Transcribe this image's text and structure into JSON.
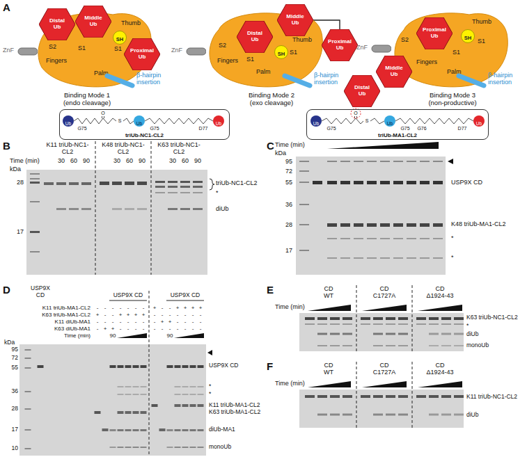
{
  "diagram": {
    "nodes": [
      {
        "text": [
          "Thumb",
          "S1",
          "Fingers",
          "S2",
          "S1",
          "Palm"
        ]
      },
      {
        "text": [
          "Distal Ub"
        ]
      },
      {
        "text": [
          "Middle Ub"
        ]
      },
      {
        "text": [
          "Proximal Ub"
        ]
      },
      {
        "text": [
          "SH"
        ],
        "in": 0
      },
      {
        "text": [
          "ZnF"
        ]
      },
      {
        "text": [
          "β-hairpin insertion"
        ]
      },
      {
        "text": [
          "Thumb",
          "S1",
          "Fingers",
          "S2",
          "S1",
          "Palm"
        ]
      },
      {
        "text": [
          "Distal Ub"
        ]
      },
      {
        "text": [
          "Middle Ub"
        ]
      },
      {
        "text": [
          "Proximal Ub"
        ]
      },
      {
        "text": [
          "SH"
        ],
        "in": 7
      },
      {
        "text": [
          "ZnF"
        ]
      },
      {
        "text": [
          "β-hairpin insertion"
        ]
      },
      {
        "text": [
          "Thumb",
          "S1",
          "Fingers",
          "S2",
          "S1",
          "Palm"
        ]
      },
      {
        "text": [
          "Distal Ub"
        ]
      },
      {
        "text": [
          "Middle Ub"
        ]
      },
      {
        "text": [
          "Proximal Ub"
        ]
      },
      {
        "text": [
          "SH"
        ],
        "in": 14
      },
      {
        "text": [
          "ZnF"
        ]
      },
      {
        "text": [
          "β-hairpin insertion"
        ]
      },
      {
        "text": [
          "triUb-NC1-CL2"
        ]
      },
      {
        "text": [
          "Ub"
        ],
        "in": 21
      },
      {
        "text": [
          "Ub"
        ],
        "in": 21
      },
      {
        "text": [
          "Ub"
        ],
        "in": 21
      },
      {
        "text": [
          "triUb-MA1-CL2"
        ]
      },
      {
        "text": [
          "Ub"
        ],
        "in": 25
      },
      {
        "text": [
          "Ub"
        ],
        "in": 25
      },
      {
        "text": [
          "Ub"
        ],
        "in": 25
      }
    ],
    "edges": [
      {
        "from": 9,
        "to": 10,
        "arrow": "none"
      }
    ],
    "labels": [
      "A",
      "Binding Mode 1 (endo cleavage)",
      "Binding Mode 2 (exo cleavage)",
      "Binding Mode 3 (non-productive)",
      "G75",
      "O",
      "S",
      "G75",
      "D77",
      "G75",
      "O",
      "S",
      "G75",
      "G76",
      "D77",
      "B",
      "K11 triUb-NC1-CL2",
      "K48 triUb-NC1-CL2",
      "K63 triUb-NC1-CL2",
      "Time (min)",
      "30",
      "60",
      "90",
      "30",
      "60",
      "90",
      "30",
      "60",
      "90",
      "kDa",
      "28",
      "17",
      "triUb-NC1-CL2",
      "*",
      "diUb",
      "C",
      "Time (min)",
      "kDa",
      "95",
      "72",
      "55",
      "36",
      "28",
      "17",
      "USP9X CD",
      "K48 triUb-MA1-CL2",
      "*",
      "*",
      "D",
      "USP9X CD",
      "K11 triUb-MA1-CL2",
      "K63 triUb-MA1-CL2",
      "K11 diUb-MA1",
      "K63 diUb-MA1",
      "Time (min)",
      "USP9X CD",
      "USP9X CD",
      "-",
      "-",
      "-",
      "-",
      "-",
      "-",
      "-",
      "+",
      "-",
      "-",
      "+",
      "+",
      "+",
      "+",
      "+",
      "-",
      "-",
      "+",
      "+",
      "+",
      "+",
      "-",
      "-",
      "-",
      "-",
      "-",
      "-",
      "-",
      "-",
      "-",
      "-",
      "-",
      "-",
      "-",
      "-",
      "-",
      "+",
      "+",
      "-",
      "-",
      "-",
      "-",
      "-",
      "+",
      "+",
      "-",
      "-",
      "-",
      "-",
      "-",
      "-",
      "-",
      "-",
      "-",
      "-",
      "-",
      "90",
      "90",
      "kDa",
      "95",
      "72",
      "55",
      "36",
      "28",
      "17",
      "10",
      "USP9X CD",
      "*",
      "*",
      "K11 triUb-MA1-CL2",
      "K63 triUb-MA1-CL2",
      "diUb-MA1",
      "monoUb",
      "E",
      "CD WT",
      "CD C1727A",
      "CD Δ1924-43",
      "Time (min)",
      "K63 triUb-NC1-CL2",
      "*",
      "diUb",
      "monoUb",
      "F",
      "CD WT",
      "CD C1727A",
      "CD Δ1924-43",
      "Time (min)",
      "K11 triUb-NC1-CL2",
      "diUb"
    ]
  }
}
